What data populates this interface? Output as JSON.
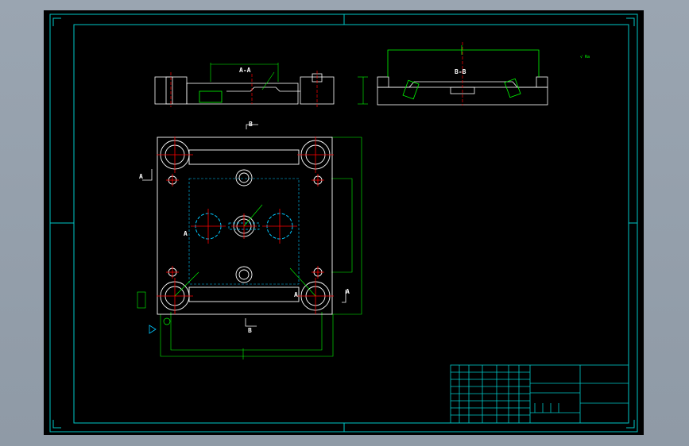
{
  "drawing": {
    "section_aa": "A-A",
    "section_bb": "B-B",
    "section_marker_b": "B",
    "section_marker_a": "A",
    "roughness_note": "√ Ra"
  },
  "colors": {
    "background": "#000000",
    "frame": "#00c8c8",
    "outline": "#ffffff",
    "dimension": "#00ff00",
    "centerline": "#ff0000",
    "cyan_circle": "#00c8ff",
    "title_block": "#00c8c8"
  }
}
